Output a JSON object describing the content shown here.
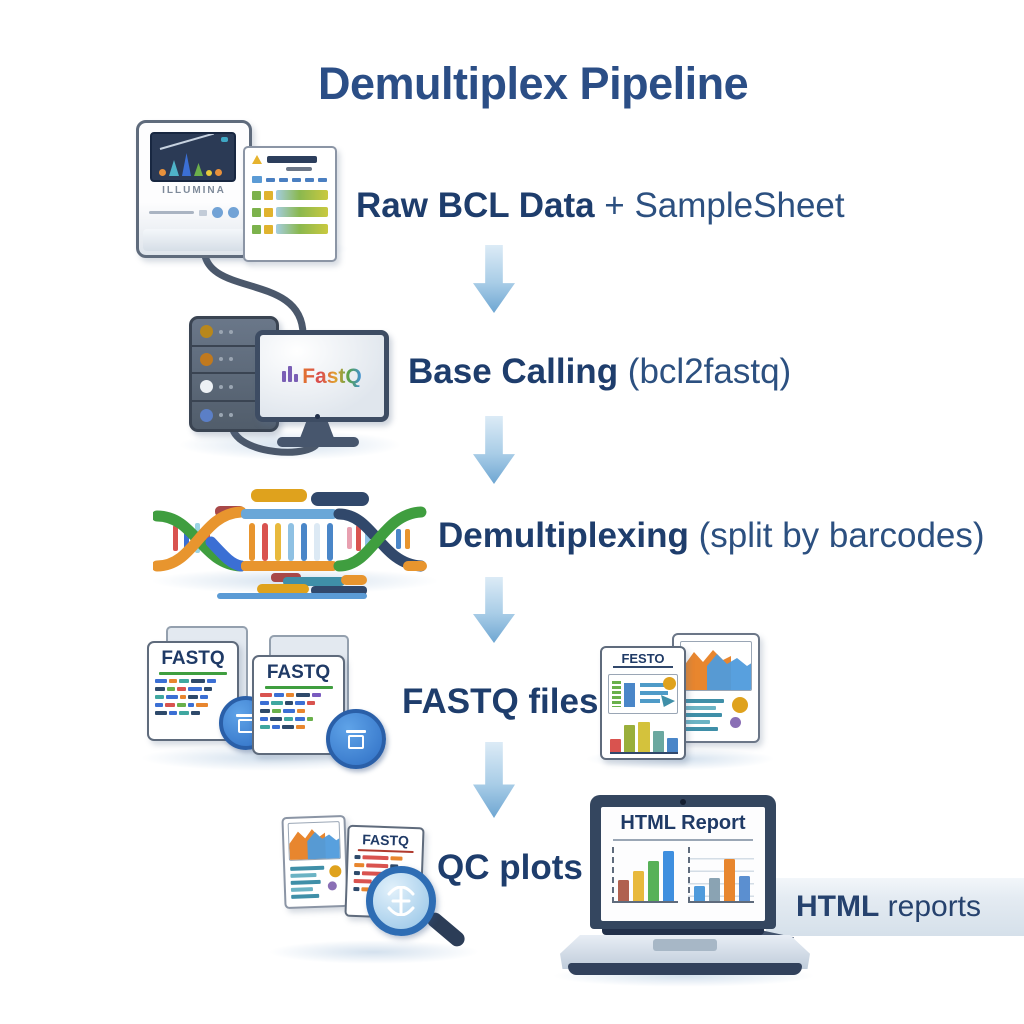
{
  "title": "Demultiplex Pipeline",
  "steps": [
    {
      "bold": "Raw BCL Data",
      "rest": " + SampleSheet"
    },
    {
      "bold": "Base Calling",
      "rest": " (bcl2fastq)"
    },
    {
      "bold": "Demultiplexing",
      "rest": " (split by barcodes)"
    },
    {
      "bold": "FASTQ files",
      "rest": ""
    },
    {
      "bold": "QC plots",
      "rest": ""
    }
  ],
  "sequencer": {
    "brand": "ILLUMINA"
  },
  "monitor": {
    "logo": "FastQ"
  },
  "fastq_docs": {
    "doc1_title": "FASTQ",
    "doc2_title": "FASTQ"
  },
  "chart_docs": {
    "doc1_title": "FESTO"
  },
  "qc_docs": {
    "doc_title": "FASTQ"
  },
  "laptop": {
    "screen_title": "HTML Report",
    "chart1": [
      {
        "h": 40,
        "c": "#b0614f"
      },
      {
        "h": 58,
        "c": "#e8b93c"
      },
      {
        "h": 76,
        "c": "#58b158"
      },
      {
        "h": 96,
        "c": "#3f8fdf"
      }
    ],
    "chart2": [
      {
        "h": 28,
        "c": "#4f9bdc"
      },
      {
        "h": 44,
        "c": "#8aa3b3"
      },
      {
        "h": 80,
        "c": "#e8862e"
      },
      {
        "h": 48,
        "c": "#5b8fd0"
      }
    ]
  },
  "chart_doc_bars": [
    {
      "h": 42,
      "c": "#d9534f"
    },
    {
      "h": 85,
      "c": "#9aaf3b"
    },
    {
      "h": 95,
      "c": "#d4c23c"
    },
    {
      "h": 65,
      "c": "#6ba8a0"
    },
    {
      "h": 45,
      "c": "#4a86c8"
    }
  ],
  "banner": {
    "bold": "HTML",
    "rest": " reports"
  },
  "colors": {
    "heading": "#2b4e86",
    "label_bold": "#1e3d6c",
    "label_rest": "#2c5080",
    "arrow_light": "#dcebf6",
    "arrow_dark": "#6ea6d2",
    "badge_blue": "#2f6fc4",
    "laptop_frame": "#34465f"
  }
}
